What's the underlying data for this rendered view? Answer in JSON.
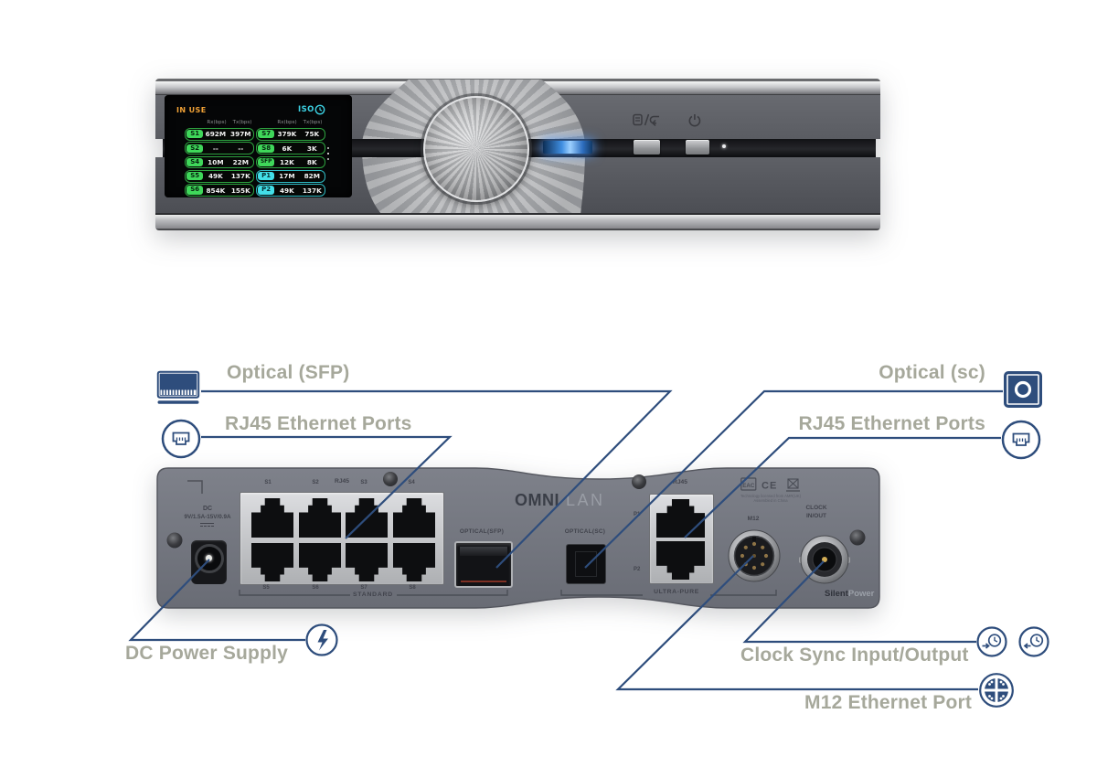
{
  "callout_colors": {
    "line": "#2E4D7C",
    "label_text": "#A6A89B"
  },
  "callouts": {
    "optical_sfp": "Optical (SFP)",
    "rj45_left": "RJ45 Ethernet Ports",
    "optical_sc": "Optical (sc)",
    "rj45_right": "RJ45 Ethernet Ports",
    "dc_power": "DC Power Supply",
    "clock_sync": "Clock Sync Input/Output",
    "m12": "M12 Ethernet Port"
  },
  "front_display": {
    "status_left": "IN USE",
    "status_right": "ISO",
    "headers": [
      "Rx(bps)",
      "Tx(bps)",
      "Rx(bps)",
      "Tx(bps)"
    ],
    "rows_left": [
      {
        "id": "S1",
        "rx": "692M",
        "tx": "397M"
      },
      {
        "id": "S2",
        "rx": "--",
        "tx": "--"
      },
      {
        "id": "S4",
        "rx": "10M",
        "tx": "22M"
      },
      {
        "id": "S5",
        "rx": "49K",
        "tx": "137K"
      },
      {
        "id": "S6",
        "rx": "854K",
        "tx": "155K"
      }
    ],
    "rows_right": [
      {
        "id": "S7",
        "rx": "379K",
        "tx": "75K"
      },
      {
        "id": "S8",
        "rx": "6K",
        "tx": "3K"
      },
      {
        "id": "SFP",
        "rx": "12K",
        "tx": "8K"
      },
      {
        "id": "P1",
        "rx": "17M",
        "tx": "82M"
      },
      {
        "id": "P2",
        "rx": "49K",
        "tx": "137K"
      }
    ],
    "colors": {
      "green": "#3FD75A",
      "cyan": "#43DFE8",
      "in_use": "#F0A136",
      "iso": "#3CD2E4"
    }
  },
  "rear_panel": {
    "dc_title": "DC",
    "dc_rating": "9V/1.5A-15V/0.9A",
    "rj45_block_label": "RJ45",
    "port_labels_top": [
      "S1",
      "S2",
      "S3",
      "S4"
    ],
    "port_labels_bottom": [
      "S5",
      "S6",
      "S7",
      "S8"
    ],
    "standard_label": "STANDARD",
    "optical_sfp_label": "OPTICAL(SFP)",
    "brand_omni": "OMNI",
    "brand_lan": "LAN",
    "optical_sc_label": "OPTICAL(SC)",
    "rj45_right_label": "RJ45",
    "p1_label": "P1",
    "p2_label": "P2",
    "ultra_pure_label": "ULTRA-PURE",
    "m12_label": "M12",
    "clock_line1": "CLOCK",
    "clock_line2": "IN/OUT",
    "cert_eac": "EAC",
    "cert_ce": "CE",
    "cert_note1": "Technology licensed from AMR(UK)",
    "cert_note2": "Assembled in China",
    "brand_silent": "Silent",
    "brand_power": "Power"
  }
}
